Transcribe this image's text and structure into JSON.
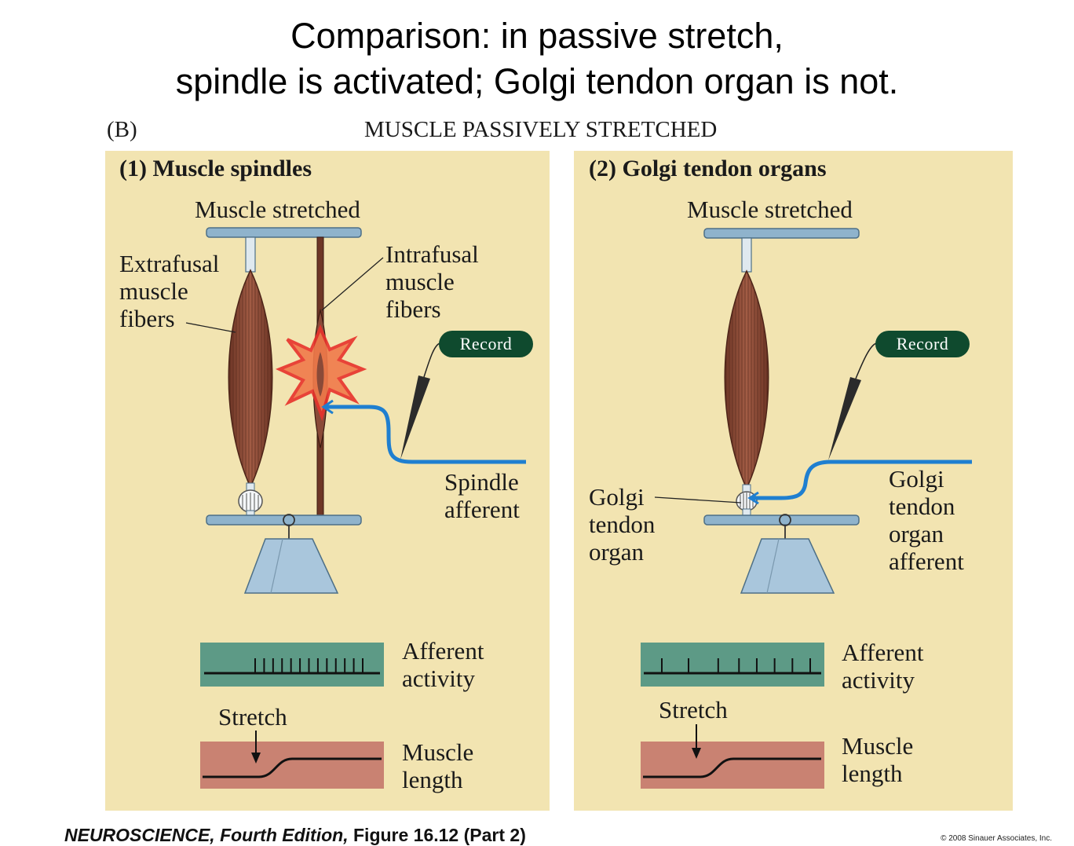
{
  "title": {
    "line1": "Comparison: in passive stretch,",
    "line2": "spindle is activated;  Golgi tendon organ is not."
  },
  "figure": {
    "part_label": "(B)",
    "heading": "MUSCLE PASSIVELY STRETCHED"
  },
  "panel1": {
    "title": "(1)  Muscle spindles",
    "muscle_stretched": "Muscle stretched",
    "extrafusal": "Extrafusal muscle fibers",
    "intrafusal": "Intrafusal muscle fibers",
    "record": "Record",
    "spindle_afferent": "Spindle afferent",
    "afferent_activity": "Afferent activity",
    "stretch": "Stretch",
    "muscle_length": "Muscle length",
    "spike_count": 13
  },
  "panel2": {
    "title": "(2)  Golgi tendon organs",
    "muscle_stretched": "Muscle stretched",
    "golgi_tendon_organ": "Golgi tendon organ",
    "record": "Record",
    "gto_afferent": "Golgi tendon organ afferent",
    "afferent_activity": "Afferent activity",
    "stretch": "Stretch",
    "muscle_length": "Muscle length",
    "spike_count": 8
  },
  "colors": {
    "panel_bg": "#f2e4b1",
    "muscle": "#8a4a38",
    "afferent_line": "#1f7fd0",
    "activity_box": "#5d9a86",
    "length_box": "#c98272",
    "record_badge": "#0f4a2e",
    "weight": "#a9c6dc",
    "bar": "#8fb3cc",
    "burst": "#e8322c"
  },
  "footer": {
    "book": "NEUROSCIENCE, Fourth Edition,",
    "figure": " Figure 16.12 (Part 2)",
    "copyright": "© 2008 Sinauer Associates, Inc."
  }
}
